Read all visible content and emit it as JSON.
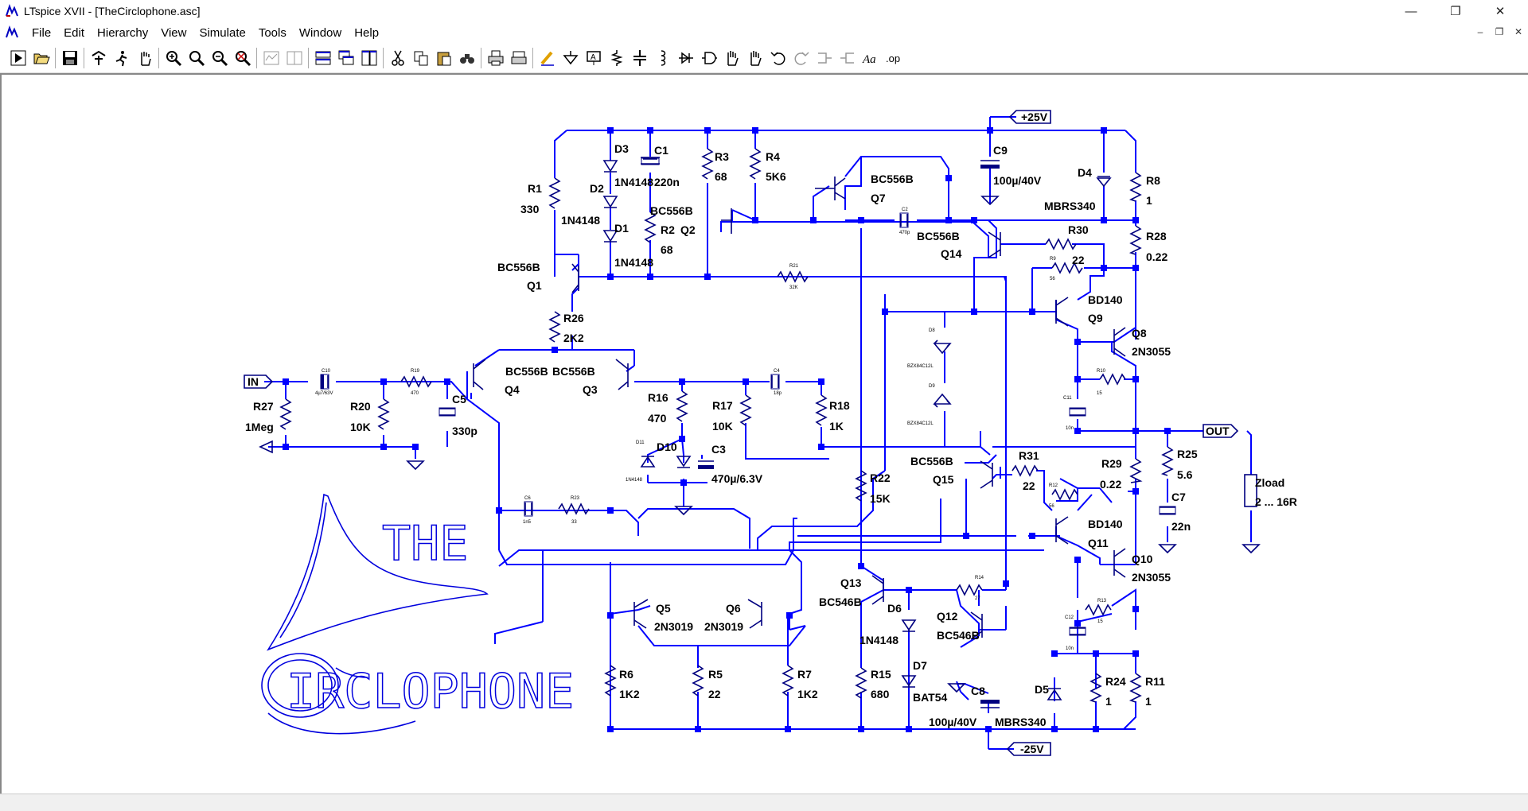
{
  "app": {
    "title": "LTspice XVII - [TheCirclophone.asc]"
  },
  "window_controls": {
    "minimize": "—",
    "maximize": "❐",
    "close": "✕"
  },
  "mdi_controls": {
    "minimize": "–",
    "restore": "❐",
    "close": "✕"
  },
  "menu": [
    "File",
    "Edit",
    "Hierarchy",
    "View",
    "Simulate",
    "Tools",
    "Window",
    "Help"
  ],
  "toolbar_icons": [
    "run-icon",
    "open-icon",
    "save-icon",
    "control-panel-icon",
    "run-pause-icon",
    "pan-icon",
    "zoom-in-icon",
    "zoom-area-icon",
    "zoom-out-icon",
    "zoom-fit-icon",
    "tile-horizontal-icon",
    "tile-vertical-icon",
    "window-tile-icon",
    "cascade-icon",
    "cascade-alt-icon",
    "cut-icon",
    "copy-icon",
    "paste-icon",
    "find-icon",
    "print-icon",
    "print-setup-icon",
    "draw-wire-icon",
    "ground-icon",
    "label-net-icon",
    "resistor-icon",
    "capacitor-icon",
    "inductor-icon",
    "diode-icon",
    "component-icon",
    "move-icon",
    "drag-icon",
    "undo-icon",
    "redo-icon",
    "rotate-icon",
    "mirror-icon",
    "text-icon",
    "spice-directive-icon"
  ],
  "schematic": {
    "ports": {
      "in": "IN",
      "out": "OUT",
      "vpos": "+25V",
      "vneg": "-25V"
    },
    "labels": {
      "R1": "R1",
      "R1v": "330",
      "D3": "D3",
      "D3v": "1N4148",
      "D2": "D2",
      "D2v": "1N4148",
      "D1": "D1",
      "D1v": "1N4148",
      "C1": "C1",
      "C1v": "220n",
      "R3": "R3",
      "R3v": "68",
      "R4": "R4",
      "R4v": "5K6",
      "Q2m": "BC556B",
      "R2": "R2",
      "Q2": "Q2",
      "R2v": "68",
      "Q7m": "BC556B",
      "Q7": "Q7",
      "C9": "C9",
      "C9v": "100µ/40V",
      "D4": "D4",
      "D4v": "MBRS340",
      "R8": "R8",
      "R8v": "1",
      "R28": "R28",
      "R28v": "0.22",
      "R30": "R30",
      "R30v": "22",
      "Q14m": "BC556B",
      "Q14": "Q14",
      "Q1m": "BC556B",
      "Q1": "Q1",
      "R26": "R26",
      "R26v": "2K2",
      "Q9m": "BD140",
      "Q9": "Q9",
      "Q8": "Q8",
      "Q8m": "2N3055",
      "Q4m": "BC556B",
      "Q3m": "BC556B",
      "Q4": "Q4",
      "Q3": "Q3",
      "R27": "R27",
      "R27v": "1Meg",
      "R20": "R20",
      "R20v": "10K",
      "C5": "C5",
      "C5v": "330p",
      "R16": "R16",
      "R16v": "470",
      "R17": "R17",
      "R17v": "10K",
      "R18": "R18",
      "R18v": "1K",
      "D10": "D10",
      "C3": "C3",
      "C3v": "470µ/6.3V",
      "Q15m": "BC556B",
      "Q15": "Q15",
      "R31": "R31",
      "R31v": "22",
      "R29": "R29",
      "R29v": "0.22",
      "R25": "R25",
      "R25v": "5.6",
      "C7": "C7",
      "C7v": "22n",
      "Zload": "Zload",
      "Zloadv": "2 ... 16R",
      "R22": "R22",
      "R22v": "15K",
      "Q11m": "BD140",
      "Q11": "Q11",
      "Q10": "Q10",
      "Q10m": "2N3055",
      "Q5": "Q5",
      "Q6": "Q6",
      "Q5m": "2N3019",
      "Q6m": "2N3019",
      "Q13": "Q13",
      "Q13m": "BC546B",
      "D6": "D6",
      "D6v": "1N4148",
      "Q12": "Q12",
      "Q12m": "BC546B",
      "R6": "R6",
      "R6v": "1K2",
      "R5": "R5",
      "R5v": "22",
      "R7": "R7",
      "R7v": "1K2",
      "R15": "R15",
      "R15v": "680",
      "D7": "D7",
      "D7v": "BAT54",
      "C8": "C8",
      "C8v": "100µ/40V",
      "D5": "D5",
      "D5v": "MBRS340",
      "R24": "R24",
      "R24v": "1",
      "R11": "R11",
      "R11v": "1"
    },
    "tiny": {
      "C10": "C10",
      "C10v": "4µ7/63V",
      "R19": "R19",
      "R19v": "470",
      "C4": "C4",
      "C4v": "18p",
      "R21": "R21",
      "R21v": "32K",
      "C2": "C2",
      "C2v": "470p",
      "R9": "R9",
      "R9v": "56",
      "D8": "D8",
      "D8v": "BZX84C12L",
      "D9": "D9",
      "D9v": "BZX84C12L",
      "R10": "R10",
      "R10v": "15",
      "C11": "C11",
      "C11v": "10n",
      "D11": "D11",
      "D11v": "1N4148",
      "C6": "C6",
      "C6v": "1n5",
      "R23": "R23",
      "R23v": "33",
      "R12": "R12",
      "R12v": "56",
      "R14": "R14",
      "R14v": "27",
      "R13": "R13",
      "R13v": "15",
      "C12": "C12",
      "C12v": "10n"
    },
    "logo": {
      "word1": "THE",
      "word2": "IRCLOPHONE"
    }
  }
}
